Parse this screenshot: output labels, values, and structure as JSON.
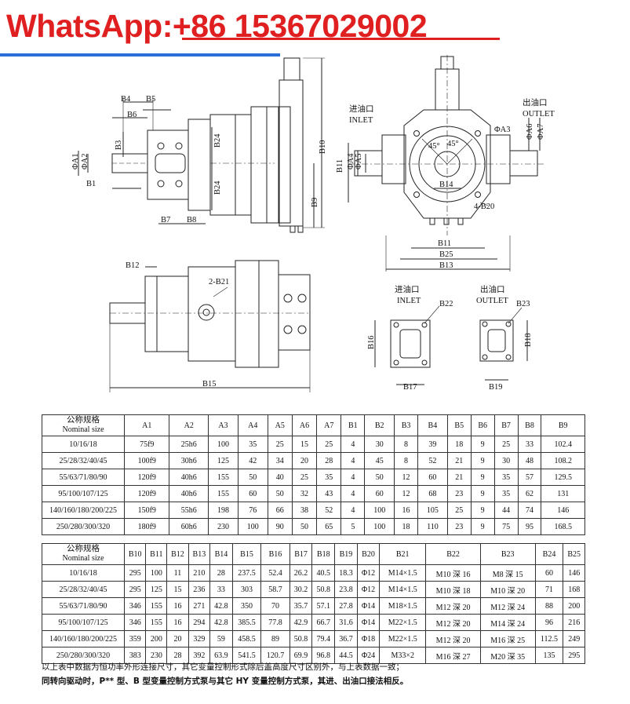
{
  "banner": {
    "whatsapp_text": "WhatsApp:+86 15367029002"
  },
  "drawing": {
    "labels": {
      "B4": "B4",
      "B5": "B5",
      "B6": "B6",
      "B3": "B3",
      "A1": "ΦA1",
      "A2": "ΦA2",
      "B1": "B1",
      "B24a": "B24",
      "B24b": "B24",
      "B7": "B7",
      "B8": "B8",
      "B10": "B10",
      "B9": "B9",
      "inlet_cn": "进油口",
      "inlet_en": "INLET",
      "outlet_cn": "出油口",
      "outlet_en": "OUTLET",
      "A3": "ΦA3",
      "A6": "ΦA6",
      "A7": "ΦA7",
      "B11v": "B11",
      "A4": "ΦA4",
      "A5": "ΦA5",
      "deg1": "45°",
      "deg2": "45°",
      "B14": "B14",
      "B20": "4-B20",
      "B11h": "B11",
      "B25": "B25",
      "B13": "B13",
      "B12": "B12",
      "B21": "2-B21",
      "B15": "B15",
      "inlet2_cn": "进油口",
      "inlet2_en": "INLET",
      "B22": "B22",
      "B16": "B16",
      "B17": "B17",
      "outlet2_cn": "出油口",
      "outlet2_en": "OUTLET",
      "B23": "B23",
      "B18": "B18",
      "B19": "B19"
    }
  },
  "table1": {
    "header_cn": "公称规格",
    "header_en": "Nominal size",
    "columns": [
      "A1",
      "A2",
      "A3",
      "A4",
      "A5",
      "A6",
      "A7",
      "B1",
      "B2",
      "B3",
      "B4",
      "B5",
      "B6",
      "B7",
      "B8",
      "B9"
    ],
    "rows": [
      [
        "10/16/18",
        "75f9",
        "25h6",
        "100",
        "35",
        "25",
        "15",
        "25",
        "4",
        "30",
        "8",
        "39",
        "18",
        "9",
        "25",
        "33",
        "102.4"
      ],
      [
        "25/28/32/40/45",
        "100f9",
        "30h6",
        "125",
        "42",
        "34",
        "20",
        "28",
        "4",
        "45",
        "8",
        "52",
        "21",
        "9",
        "30",
        "48",
        "108.2"
      ],
      [
        "55/63/71/80/90",
        "120f9",
        "40h6",
        "155",
        "50",
        "40",
        "25",
        "35",
        "4",
        "50",
        "12",
        "60",
        "21",
        "9",
        "35",
        "57",
        "129.5"
      ],
      [
        "95/100/107/125",
        "120f9",
        "40h6",
        "155",
        "60",
        "50",
        "32",
        "43",
        "4",
        "60",
        "12",
        "68",
        "23",
        "9",
        "35",
        "62",
        "131"
      ],
      [
        "140/160/180/200/225",
        "150f9",
        "55h6",
        "198",
        "76",
        "66",
        "38",
        "52",
        "4",
        "100",
        "16",
        "105",
        "25",
        "9",
        "44",
        "74",
        "146"
      ],
      [
        "250/280/300/320",
        "180f9",
        "60h6",
        "230",
        "100",
        "90",
        "50",
        "65",
        "5",
        "100",
        "18",
        "110",
        "23",
        "9",
        "75",
        "95",
        "168.5"
      ]
    ]
  },
  "table2": {
    "header_cn": "公称规格",
    "header_en": "Nominal size",
    "columns": [
      "B10",
      "B11",
      "B12",
      "B13",
      "B14",
      "B15",
      "B16",
      "B17",
      "B18",
      "B19",
      "B20",
      "B21",
      "B22",
      "B23",
      "B24",
      "B25"
    ],
    "rows": [
      [
        "10/16/18",
        "295",
        "100",
        "11",
        "210",
        "28",
        "237.5",
        "52.4",
        "26.2",
        "40.5",
        "18.3",
        "Φ12",
        "M14×1.5",
        "M10 深 16",
        "M8 深 15",
        "60",
        "146"
      ],
      [
        "25/28/32/40/45",
        "295",
        "125",
        "15",
        "236",
        "33",
        "303",
        "58.7",
        "30.2",
        "50.8",
        "23.8",
        "Φ12",
        "M14×1.5",
        "M10 深 18",
        "M10 深 20",
        "71",
        "168"
      ],
      [
        "55/63/71/80/90",
        "346",
        "155",
        "16",
        "271",
        "42.8",
        "350",
        "70",
        "35.7",
        "57.1",
        "27.8",
        "Φ14",
        "M18×1.5",
        "M12 深 20",
        "M12 深 24",
        "88",
        "200"
      ],
      [
        "95/100/107/125",
        "346",
        "155",
        "16",
        "294",
        "42.8",
        "385.5",
        "77.8",
        "42.9",
        "66.7",
        "31.6",
        "Φ14",
        "M22×1.5",
        "M12 深 20",
        "M14 深 24",
        "96",
        "216"
      ],
      [
        "140/160/180/200/225",
        "359",
        "200",
        "20",
        "329",
        "59",
        "458.5",
        "89",
        "50.8",
        "79.4",
        "36.7",
        "Φ18",
        "M22×1.5",
        "M12 深 20",
        "M16 深 25",
        "112.5",
        "249"
      ],
      [
        "250/280/300/320",
        "383",
        "230",
        "28",
        "392",
        "63.9",
        "541.5",
        "120.7",
        "69.9",
        "96.8",
        "44.5",
        "Φ24",
        "M33×2",
        "M16 深 27",
        "M20 深 35",
        "135",
        "295"
      ]
    ]
  },
  "notes": {
    "line1": "以上表中数据为恒功率外形连接尺寸，其它变量控制形式除后盖高度尺寸区别外，与上表数据一致；",
    "line2": "同转向驱动时，P** 型、B 型变量控制方式泵与其它 HY 变量控制方式泵，其进、出油口接法相反。"
  }
}
